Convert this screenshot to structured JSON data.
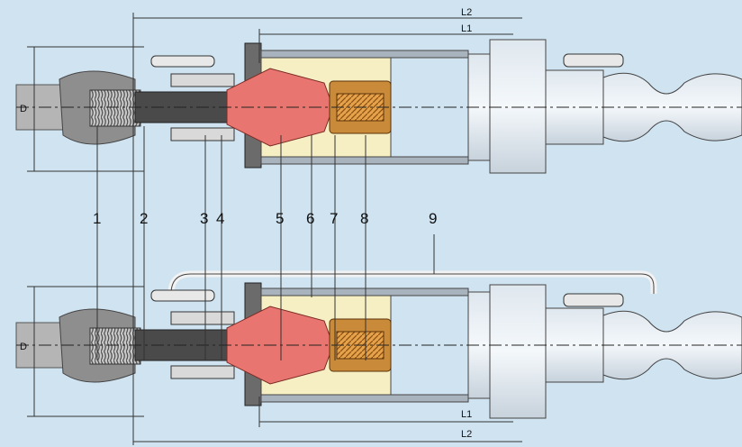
{
  "labels": {
    "n1": "1",
    "n2": "2",
    "n3": "3",
    "n4": "4",
    "n5": "5",
    "n6": "6",
    "n7": "7",
    "n8": "8",
    "n9": "9"
  },
  "dimensions": {
    "top_l2": "L2",
    "top_l1": "L1",
    "top_d": "D",
    "bottom_l2": "L2",
    "bottom_l1": "L1",
    "bottom_d": "D"
  },
  "colors": {
    "background": "#cfe3f1",
    "insulation": "#f7efc4",
    "stress_cone": "#e8756f",
    "connector": "#e5a24a",
    "housing": "#c98a3a",
    "conductor": "#4a4a4a",
    "cable_grey": "#9a9a9a"
  }
}
